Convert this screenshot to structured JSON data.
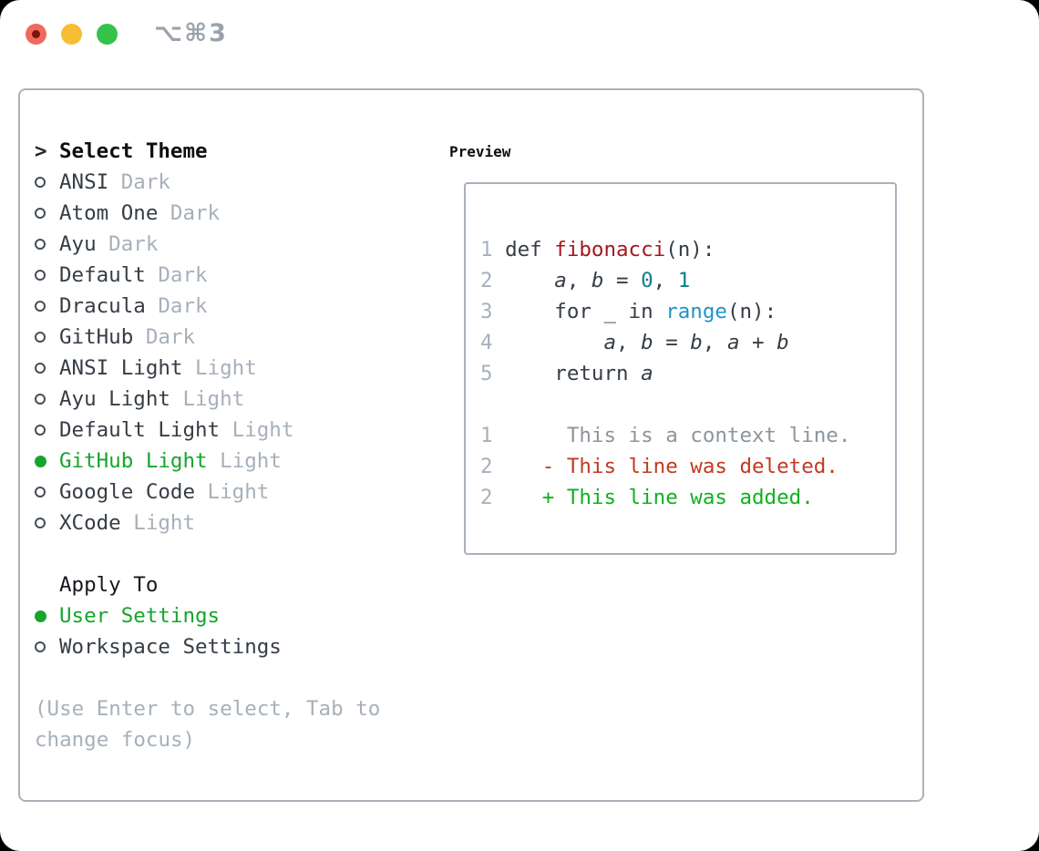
{
  "titlebar": {
    "shortcut": "⌥⌘3"
  },
  "colors": {
    "accent_green": "#16a52c",
    "text_dark": "#363d45",
    "header_black": "#0d0f11",
    "muted_gray": "#a7b0ba",
    "border_gray": "#a9b1bb",
    "syntax_function_red": "#a5161f",
    "syntax_number_teal": "#0f7d88",
    "syntax_builtin_blue": "#2094c7",
    "diff_added_green": "#10b121",
    "diff_deleted_red": "#c13a22",
    "diff_context_gray": "#8d959c",
    "traffic_red": "#ee6a5f",
    "traffic_yellow": "#f6be30",
    "traffic_green": "#35c24a"
  },
  "theme_list": {
    "prompt": ">",
    "header": "Select Theme",
    "items": [
      {
        "label": "ANSI",
        "variant": "Dark",
        "selected": false
      },
      {
        "label": "Atom One",
        "variant": "Dark",
        "selected": false
      },
      {
        "label": "Ayu",
        "variant": "Dark",
        "selected": false
      },
      {
        "label": "Default",
        "variant": "Dark",
        "selected": false
      },
      {
        "label": "Dracula",
        "variant": "Dark",
        "selected": false
      },
      {
        "label": "GitHub",
        "variant": "Dark",
        "selected": false
      },
      {
        "label": "ANSI Light",
        "variant": "Light",
        "selected": false
      },
      {
        "label": "Ayu Light",
        "variant": "Light",
        "selected": false
      },
      {
        "label": "Default Light",
        "variant": "Light",
        "selected": false
      },
      {
        "label": "GitHub Light",
        "variant": "Light",
        "selected": true
      },
      {
        "label": "Google Code",
        "variant": "Light",
        "selected": false
      },
      {
        "label": "XCode",
        "variant": "Light",
        "selected": false
      }
    ]
  },
  "apply_to": {
    "header": "Apply To",
    "items": [
      {
        "label": "User Settings",
        "selected": true
      },
      {
        "label": "Workspace Settings",
        "selected": false
      }
    ]
  },
  "hint_lines": [
    "(Use Enter to select, Tab to",
    "change focus)"
  ],
  "preview": {
    "title": "Preview",
    "code_lines": [
      {
        "gutter": "1",
        "segments": [
          {
            "t": " def ",
            "c": "plain"
          },
          {
            "t": "fibonacci",
            "c": "func"
          },
          {
            "t": "(n):",
            "c": "plain"
          }
        ]
      },
      {
        "gutter": "2",
        "segments": [
          {
            "t": "     ",
            "c": "plain"
          },
          {
            "t": "a",
            "c": "var"
          },
          {
            "t": ", ",
            "c": "plain"
          },
          {
            "t": "b",
            "c": "var"
          },
          {
            "t": " = ",
            "c": "plain"
          },
          {
            "t": "0",
            "c": "num"
          },
          {
            "t": ", ",
            "c": "plain"
          },
          {
            "t": "1",
            "c": "num"
          }
        ]
      },
      {
        "gutter": "3",
        "segments": [
          {
            "t": "     for _ in ",
            "c": "plain"
          },
          {
            "t": "range",
            "c": "builtin"
          },
          {
            "t": "(n):",
            "c": "plain"
          }
        ]
      },
      {
        "gutter": "4",
        "segments": [
          {
            "t": "         ",
            "c": "plain"
          },
          {
            "t": "a",
            "c": "var"
          },
          {
            "t": ", ",
            "c": "plain"
          },
          {
            "t": "b",
            "c": "var"
          },
          {
            "t": " = ",
            "c": "plain"
          },
          {
            "t": "b",
            "c": "var"
          },
          {
            "t": ", ",
            "c": "plain"
          },
          {
            "t": "a",
            "c": "var"
          },
          {
            "t": " + ",
            "c": "plain"
          },
          {
            "t": "b",
            "c": "var"
          }
        ]
      },
      {
        "gutter": "5",
        "segments": [
          {
            "t": "     return ",
            "c": "plain"
          },
          {
            "t": "a",
            "c": "var"
          }
        ]
      },
      {
        "gutter": "",
        "segments": []
      },
      {
        "gutter": "1",
        "segments": [
          {
            "t": "      This is a context line.",
            "c": "ctx"
          }
        ]
      },
      {
        "gutter": "2",
        "segments": [
          {
            "t": "    - This line was deleted.",
            "c": "del"
          }
        ]
      },
      {
        "gutter": "2",
        "segments": [
          {
            "t": "    + This line was added.",
            "c": "add"
          }
        ]
      }
    ]
  }
}
